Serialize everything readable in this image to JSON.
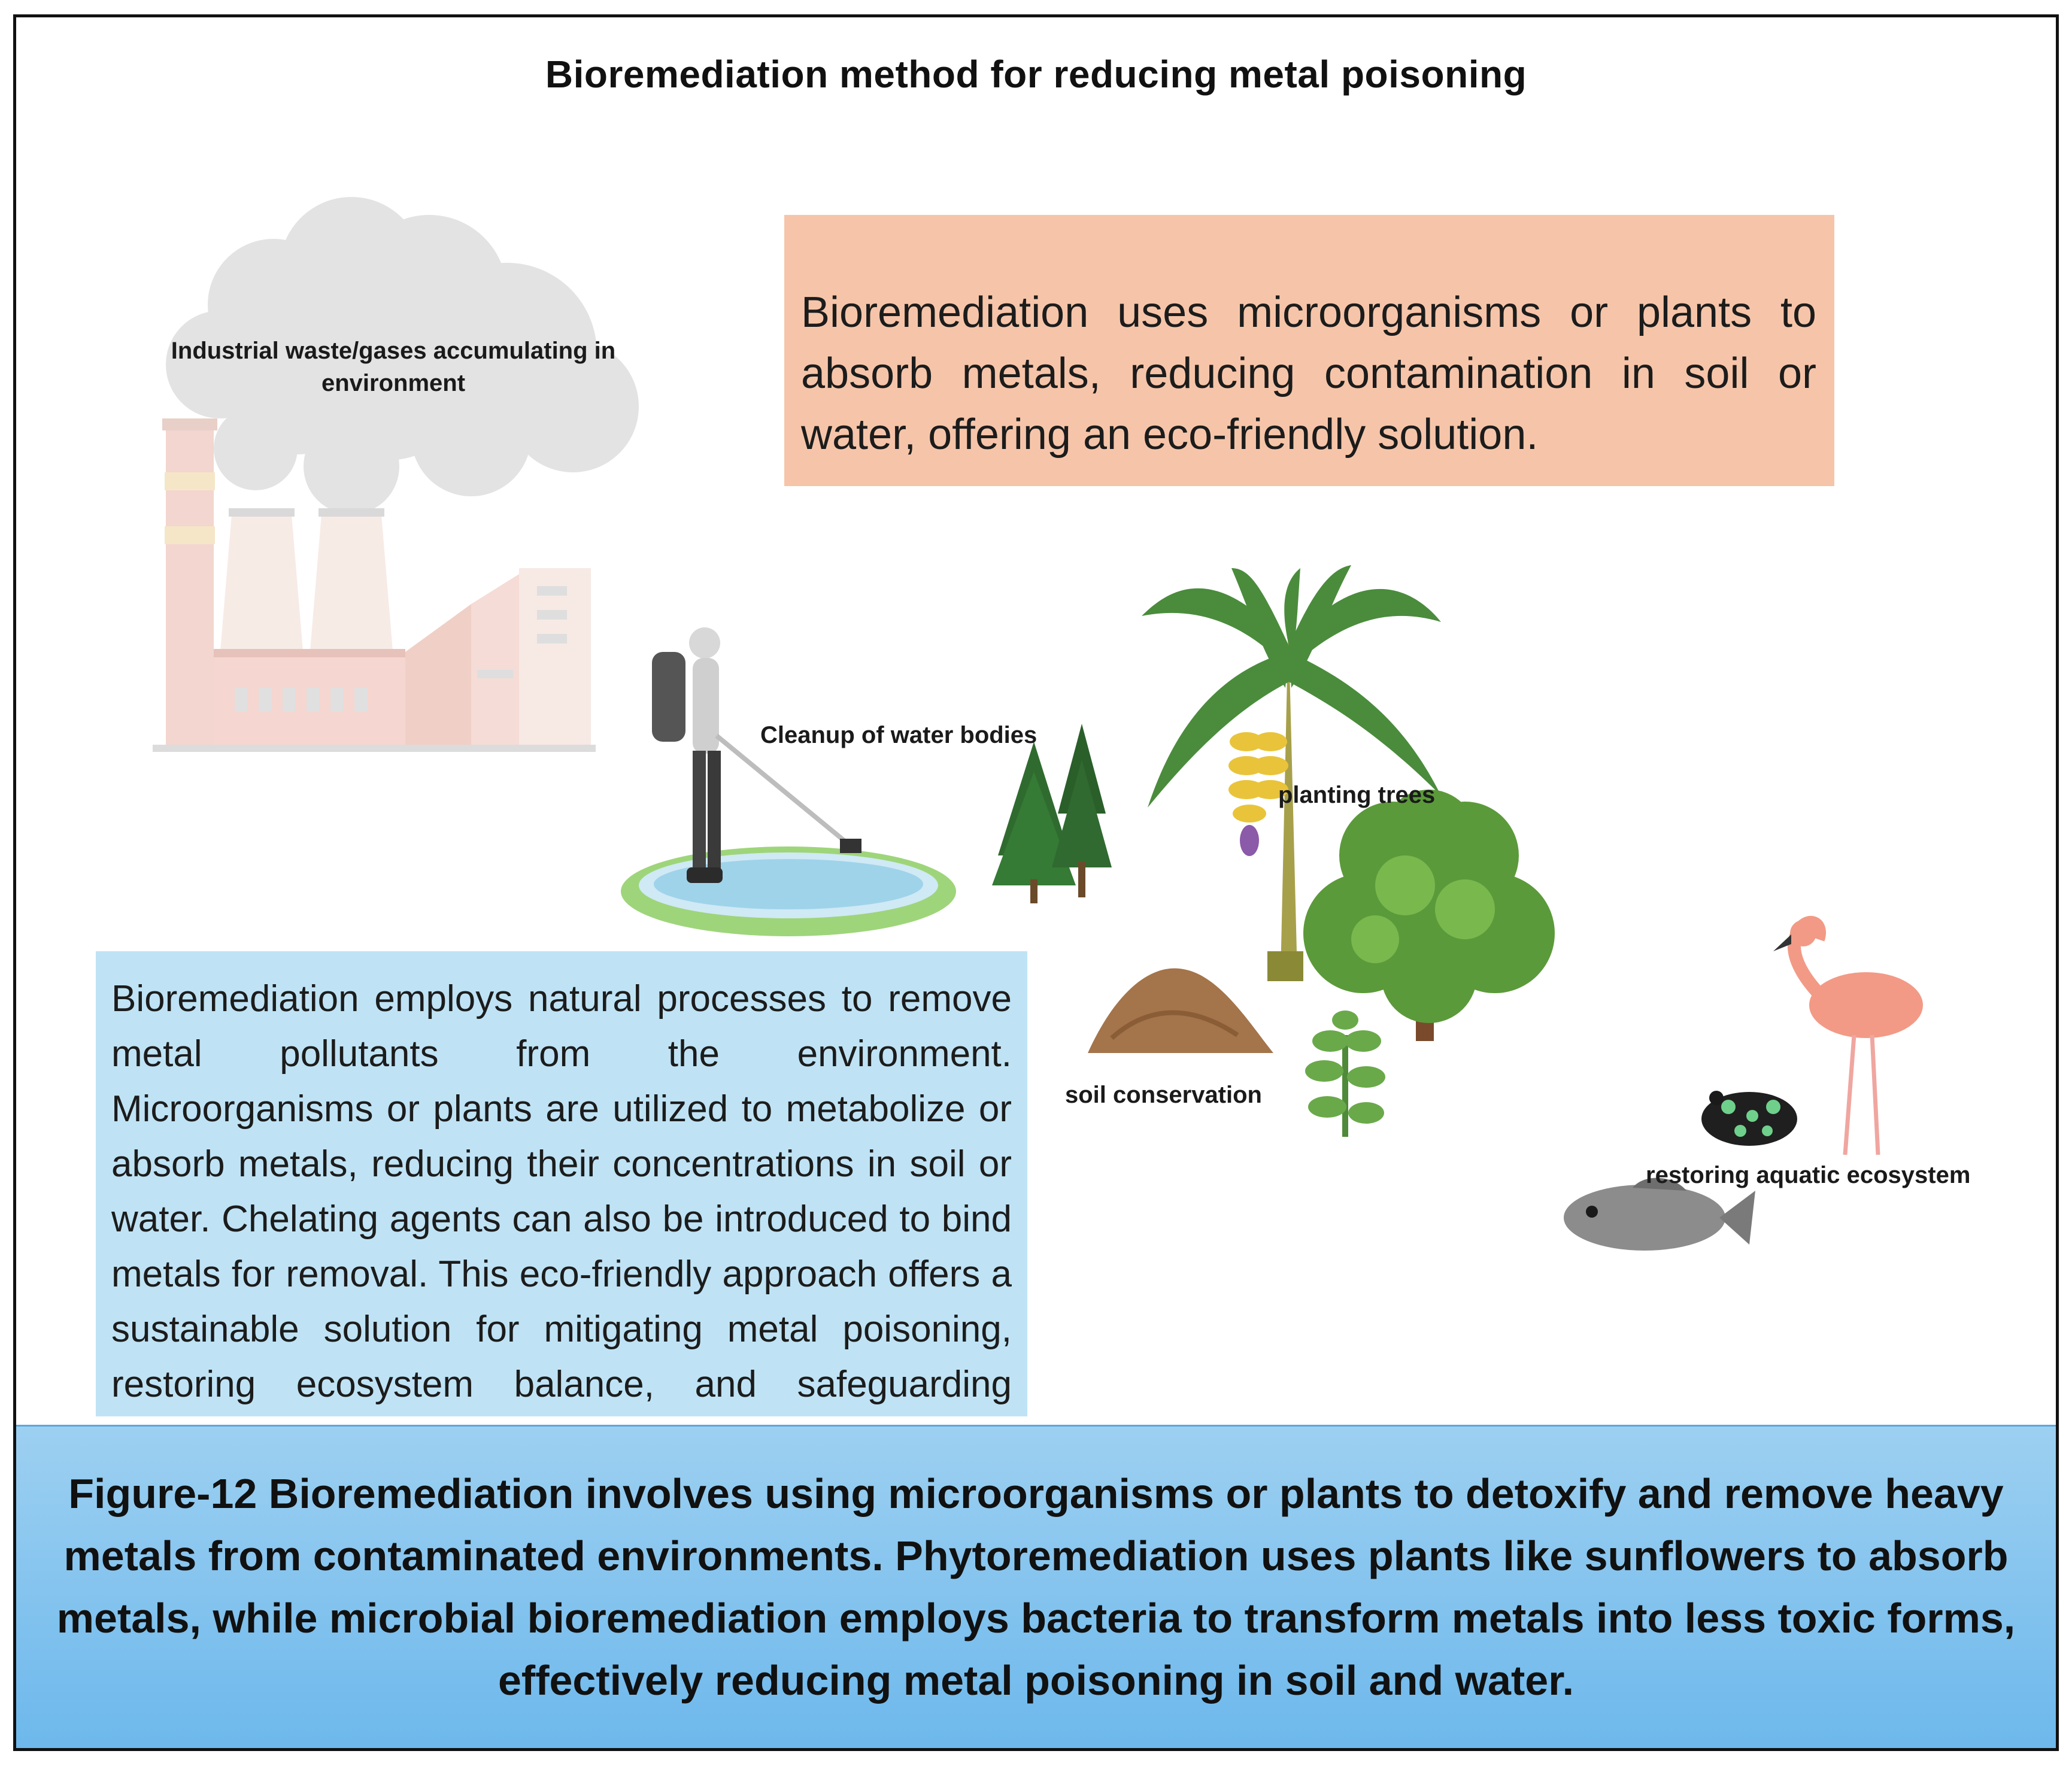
{
  "title": "Bioremediation method for reducing metal poisoning",
  "labels": {
    "industrial": "Industrial waste/gases accumulating in environment",
    "cleanup": "Cleanup of water bodies",
    "planting": "planting trees",
    "soil": "soil conservation",
    "aquatic": "restoring aquatic ecosystem"
  },
  "box_top": "Bioremediation uses microorganisms or plants to absorb metals, reducing contamination in soil or water, offering an eco-friendly solution.",
  "box_left": "Bioremediation employs natural processes to remove metal pollutants from the environment. Microorganisms or plants are utilized to metabolize or absorb metals, reducing their concentrations in soil or water. Chelating agents can also be introduced to bind metals for removal. This eco-friendly approach offers a sustainable solution for mitigating metal poisoning, restoring ecosystem balance, and safeguarding human health.",
  "caption": "Figure-12  Bioremediation involves using microorganisms or plants to detoxify and remove heavy metals from contaminated environments. Phytoremediation uses plants like sunflowers to absorb metals, while microbial bioremediation employs bacteria to transform metals into less toxic forms, effectively reducing metal poisoning in soil and water.",
  "colors": {
    "orange_box": "#f6c5a9",
    "blue_box": "#bfe3f5",
    "caption_band": "#7dbfee"
  }
}
